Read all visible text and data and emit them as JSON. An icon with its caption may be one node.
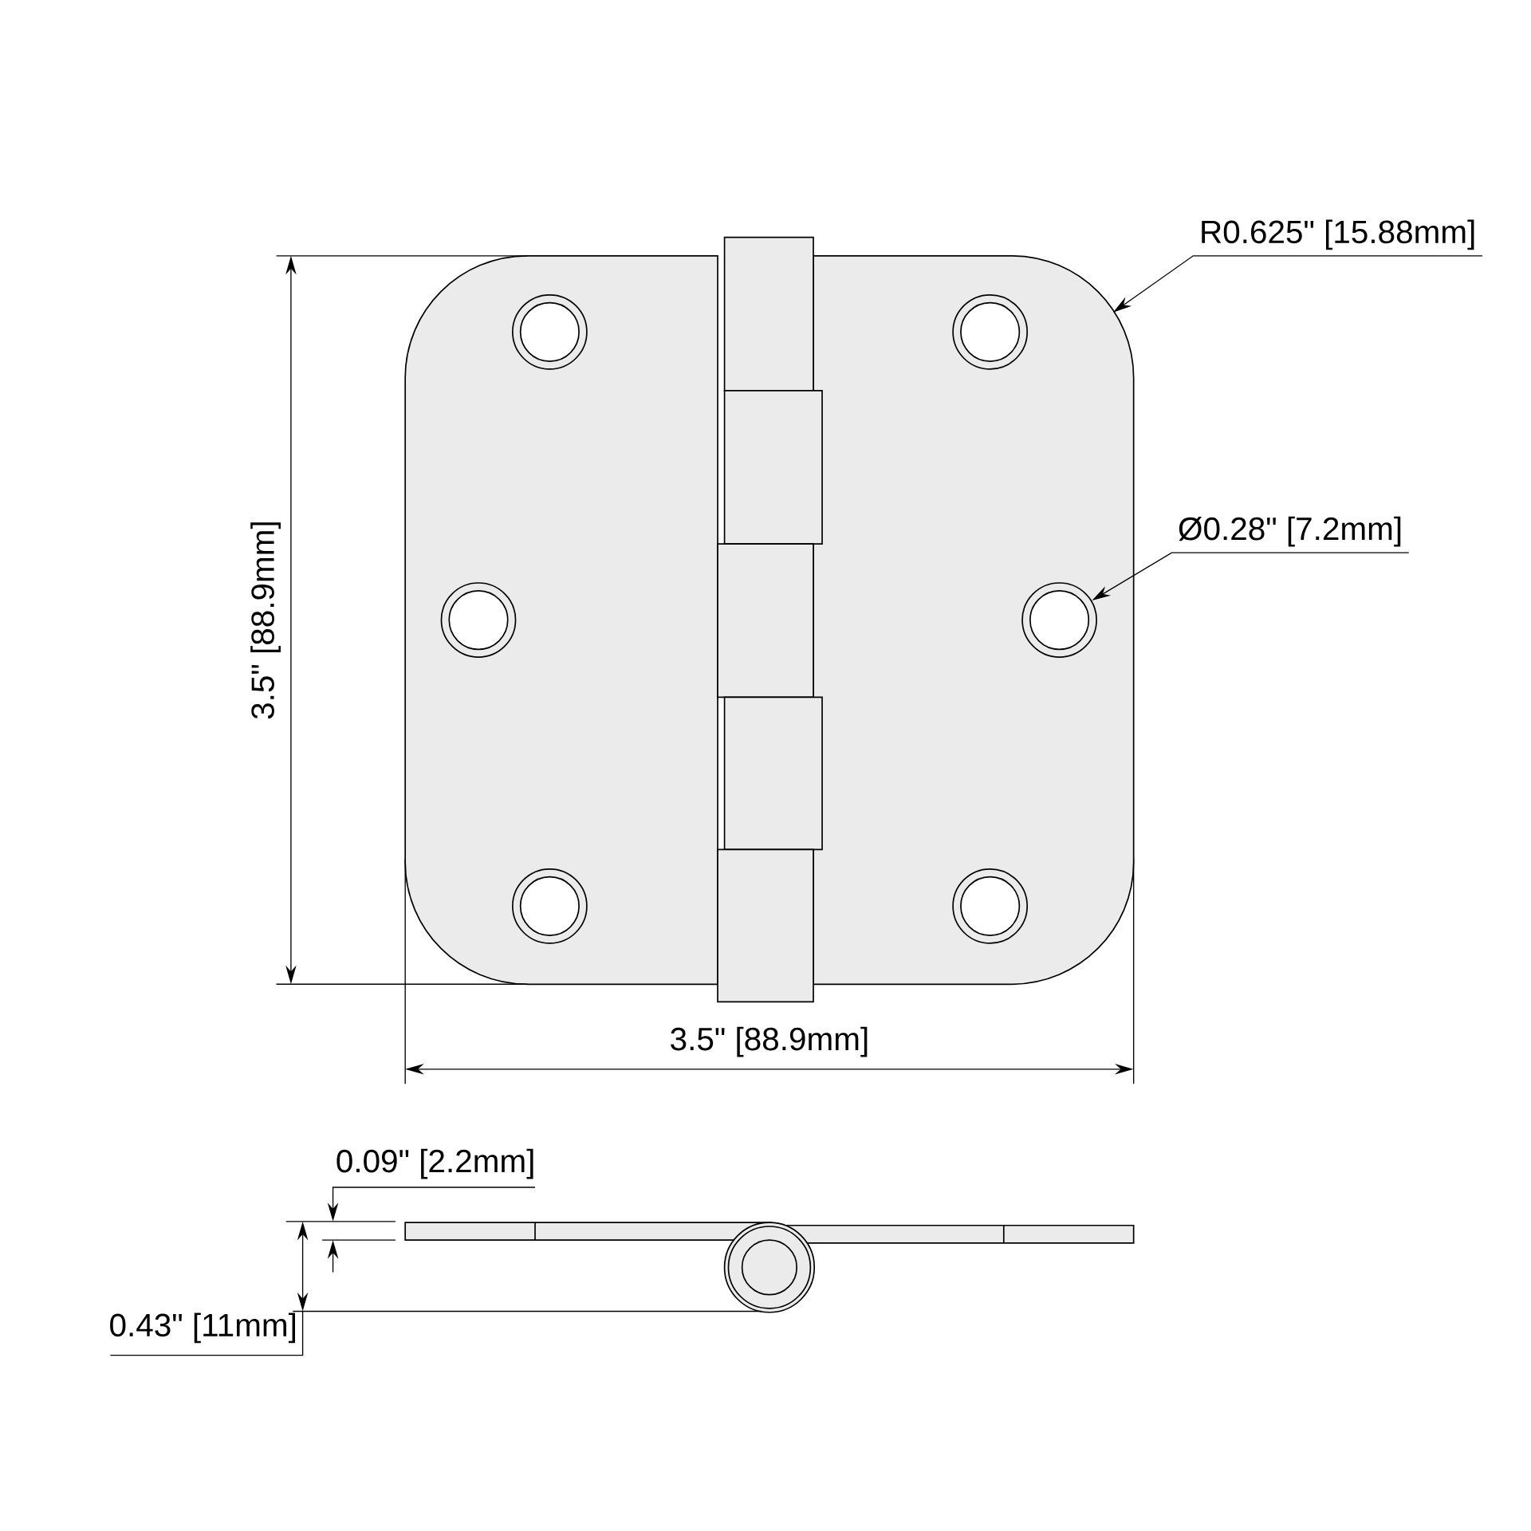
{
  "diagram": {
    "nodes": [
      {
        "text": [
          "R0.625\" [15.88mm]"
        ]
      },
      {
        "text": [
          "Ø0.28\" [7.2mm]"
        ]
      },
      {
        "text": [],
        "shape": "circle"
      }
    ],
    "edges": [
      {
        "from": 0,
        "to": null,
        "arrow": "to"
      },
      {
        "from": 1,
        "to": 2,
        "arrow": "to"
      }
    ],
    "labels": [
      "3.5\" [88.9mm]",
      "3.5\" [88.9mm]",
      "0.09\" [2.2mm]",
      "0.43\" [11mm]"
    ]
  }
}
